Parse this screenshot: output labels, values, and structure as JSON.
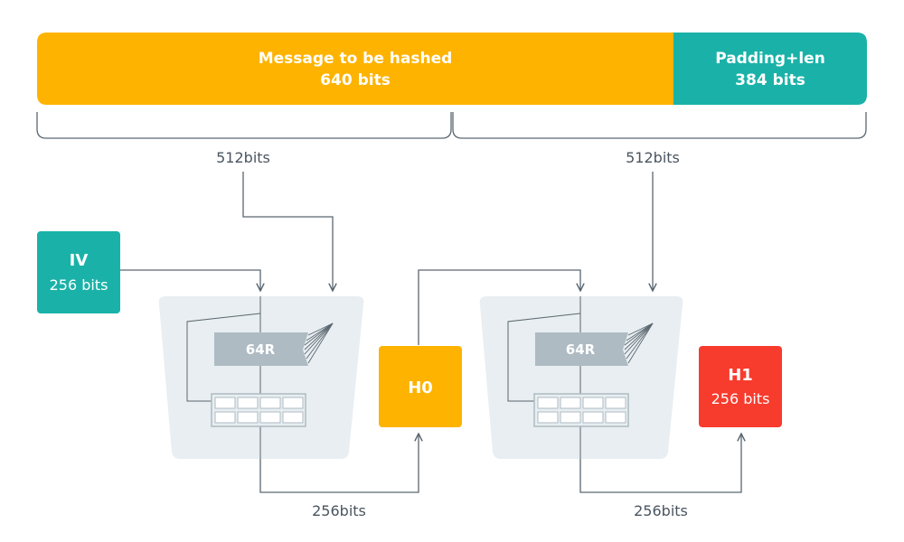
{
  "message_block": {
    "title": "Message to be hashed",
    "bits": "640 bits"
  },
  "padding_block": {
    "title": "Padding+len",
    "bits": "384 bits"
  },
  "chunk_labels": [
    "512bits",
    "512bits"
  ],
  "iv": {
    "title": "IV",
    "bits": "256 bits"
  },
  "compression_blocks": [
    {
      "rounds": "64R"
    },
    {
      "rounds": "64R"
    }
  ],
  "h0": {
    "title": "H0"
  },
  "h1": {
    "title": "H1",
    "bits": "256 bits"
  },
  "output_labels": [
    "256bits",
    "256bits"
  ],
  "colors": {
    "message": "#FDB300",
    "padding": "#1AB2A8",
    "iv": "#1AB2A8",
    "h0": "#FDB300",
    "h1": "#F73B2D",
    "compression_bg": "#E8EEF1",
    "rounds_bar": "#AEBBC3",
    "line": "#5B6770",
    "text_dark": "#4A5560"
  }
}
